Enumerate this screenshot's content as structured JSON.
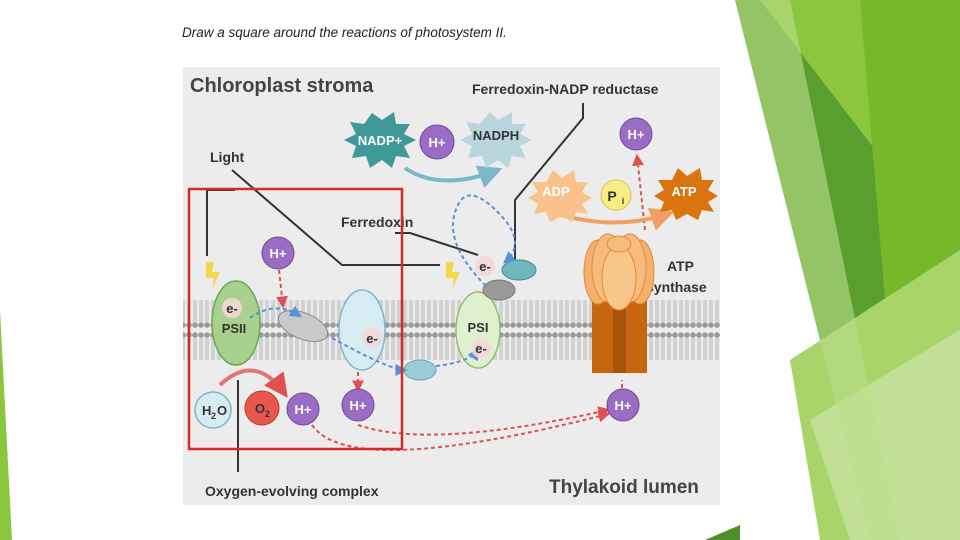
{
  "instruction": "Draw a square around the reactions of photosystem II.",
  "diagram": {
    "stroma_label": "Chloroplast stroma",
    "lumen_label": "Thylakoid lumen",
    "light_label": "Light",
    "ferredoxin_label": "Ferredoxin",
    "fnr_label": "Ferredoxin-NADP reductase",
    "atp_synthase_label": [
      "ATP",
      "synthase"
    ],
    "oec_label": "Oxygen-evolving complex",
    "nadp_plus": "NADP+",
    "nadph": "NADPH",
    "h_plus": "H+",
    "adp": "ADP",
    "pi": "P",
    "pi_sub": "i",
    "atp": "ATP",
    "e_minus": "e-",
    "psii": "PSII",
    "psi": "PSI",
    "h2o_main": "H",
    "h2o_sub": "2",
    "h2o_end": "O",
    "o2_main": "O",
    "o2_sub": "2"
  },
  "colors": {
    "proton": "#9b6cc4",
    "highlight_box": "#d42a2a",
    "electron_path": "#5a8fd6",
    "proton_path": "#e05050",
    "psii_green": "#a9d18e",
    "nadp_teal": "#4a9a9a",
    "atp_orange": "#e0801f",
    "slide_green": "#7cbb3a"
  }
}
